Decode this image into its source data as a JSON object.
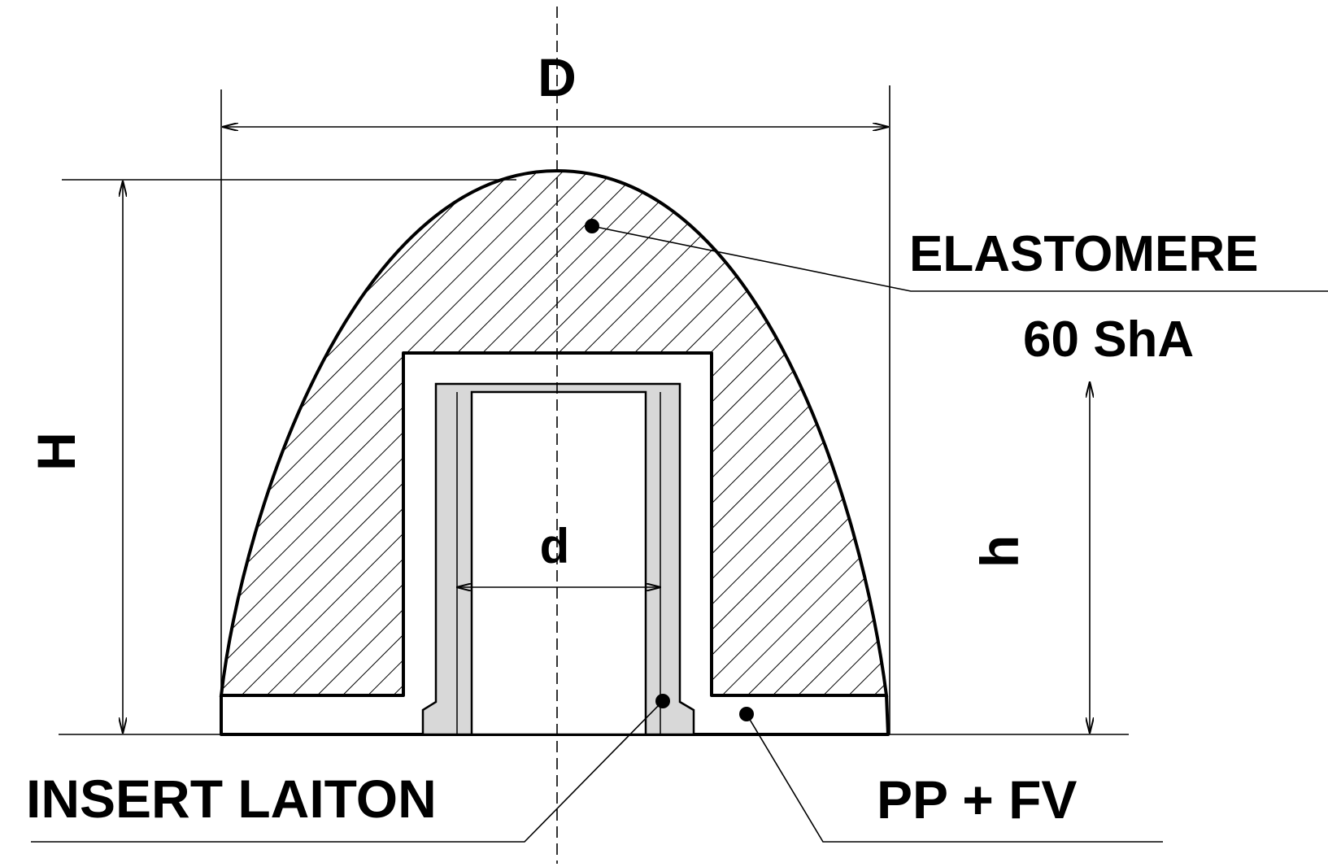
{
  "labels": {
    "big_diameter": "D",
    "big_height": "H",
    "small_diameter": "d",
    "small_height": "h",
    "elastomer": "ELASTOMERE",
    "hardness": "60 ShA",
    "insert": "INSERT LAITON",
    "base": "PP + FV"
  },
  "colors": {
    "line": "#000000",
    "insert_fill": "#d8d8d8",
    "background": "#ffffff"
  }
}
